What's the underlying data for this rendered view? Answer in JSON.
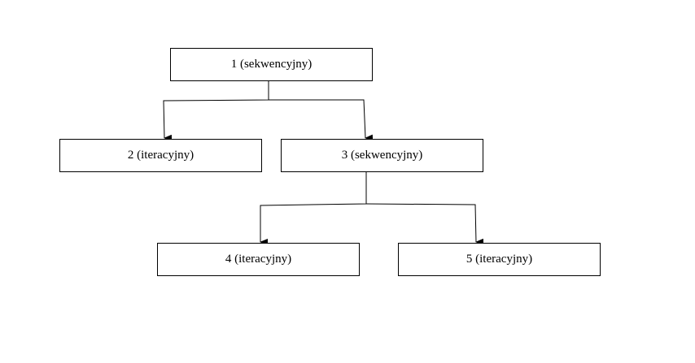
{
  "diagram": {
    "nodes": [
      {
        "id": "1",
        "label": "1 (sekwencyjny)"
      },
      {
        "id": "2",
        "label": "2 (iteracyjny)"
      },
      {
        "id": "3",
        "label": "3 (sekwencyjny)"
      },
      {
        "id": "4",
        "label": "4 (iteracyjny)"
      },
      {
        "id": "5",
        "label": "5 (iteracyjny)"
      }
    ],
    "edges": [
      {
        "from": "1",
        "to": "2"
      },
      {
        "from": "1",
        "to": "3"
      },
      {
        "from": "3",
        "to": "4"
      },
      {
        "from": "3",
        "to": "5"
      }
    ],
    "colors": {
      "line": "#000000",
      "box_border": "#000000",
      "background": "#ffffff"
    }
  }
}
